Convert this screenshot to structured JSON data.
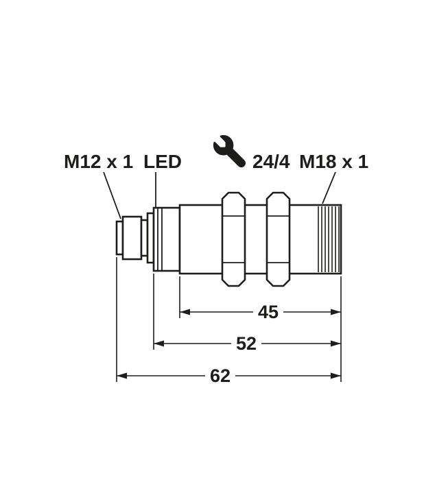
{
  "labels": {
    "connector_thread": "M12 x 1",
    "led": "LED",
    "wrench_size": "24/4",
    "body_thread": "M18 x 1"
  },
  "dimensions": {
    "thread_length": "45",
    "housing_length": "52",
    "overall_length": "62"
  },
  "icons": {
    "wrench": "wrench-icon"
  },
  "colors": {
    "line": "#1d1d1b",
    "background": "#ffffff"
  }
}
